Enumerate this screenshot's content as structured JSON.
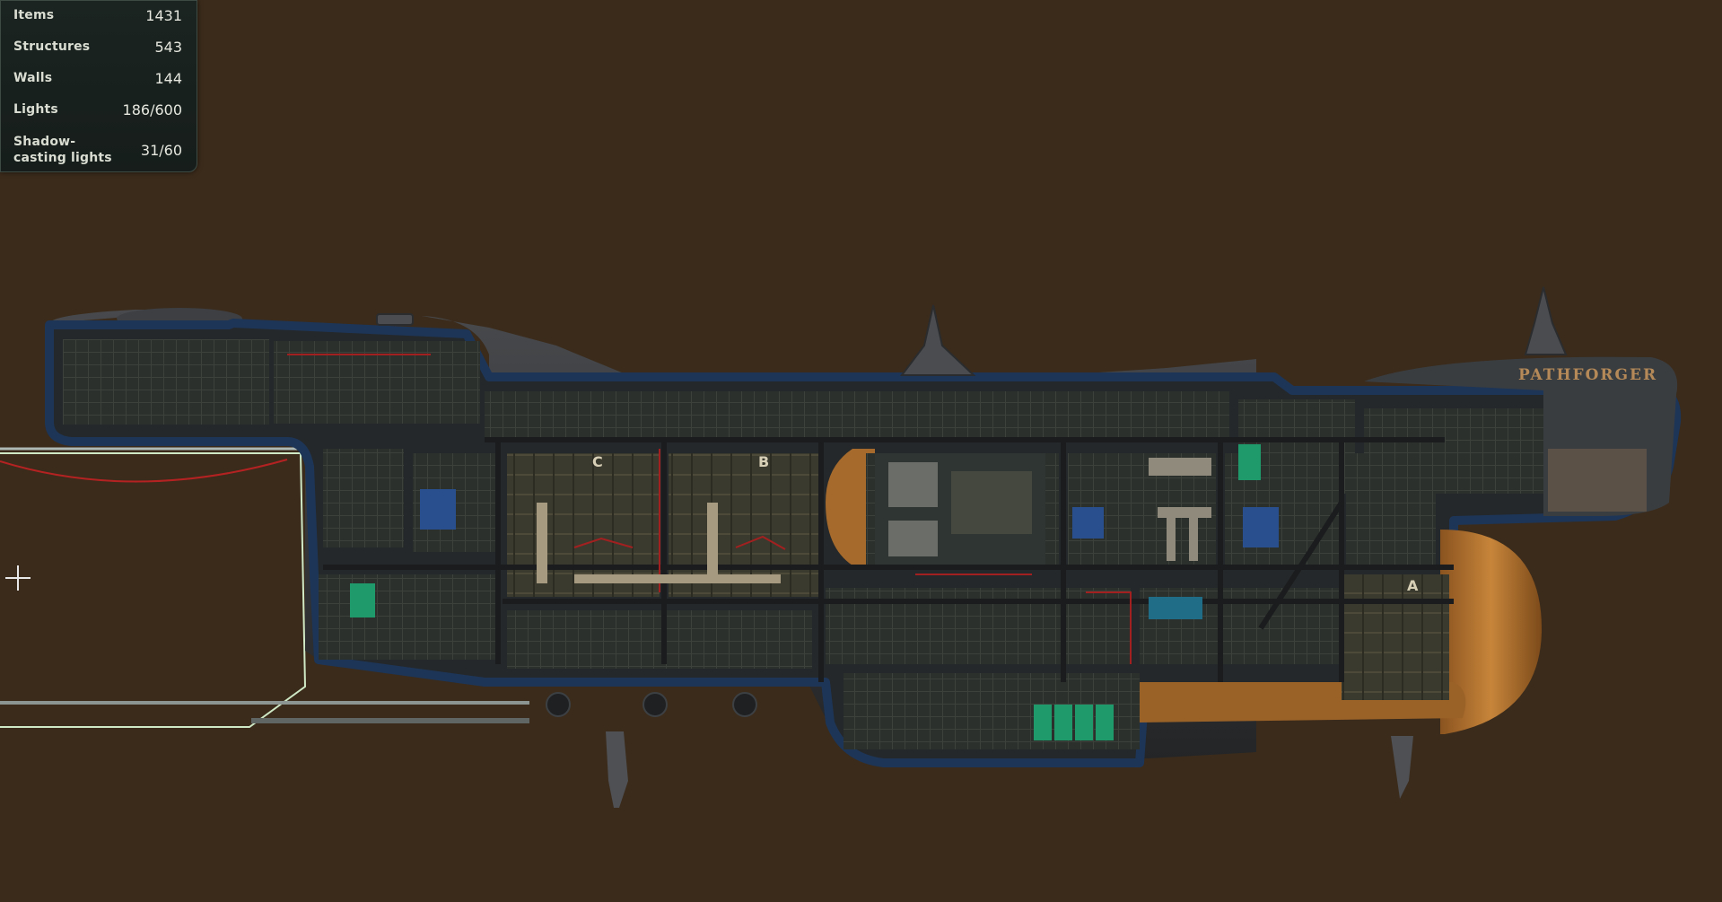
{
  "stats": {
    "items": {
      "label": "Items",
      "value": "1431"
    },
    "structures": {
      "label": "Structures",
      "value": "543"
    },
    "walls": {
      "label": "Walls",
      "value": "144"
    },
    "lights": {
      "label": "Lights",
      "value": "186/600"
    },
    "shadow_lights": {
      "label": "Shadow-casting lights",
      "value": "31/60"
    }
  },
  "ship": {
    "name": "PATHFORGER",
    "bay_labels": [
      "C",
      "B",
      "A"
    ]
  },
  "colors": {
    "background": "#3b2b1b",
    "hull": "#2a2c2e",
    "hull_trim": "#2e4a78",
    "ballast_orange": "#b7772f",
    "docking_outline": "#cfe8c5",
    "wiring_red": "#a32020"
  }
}
